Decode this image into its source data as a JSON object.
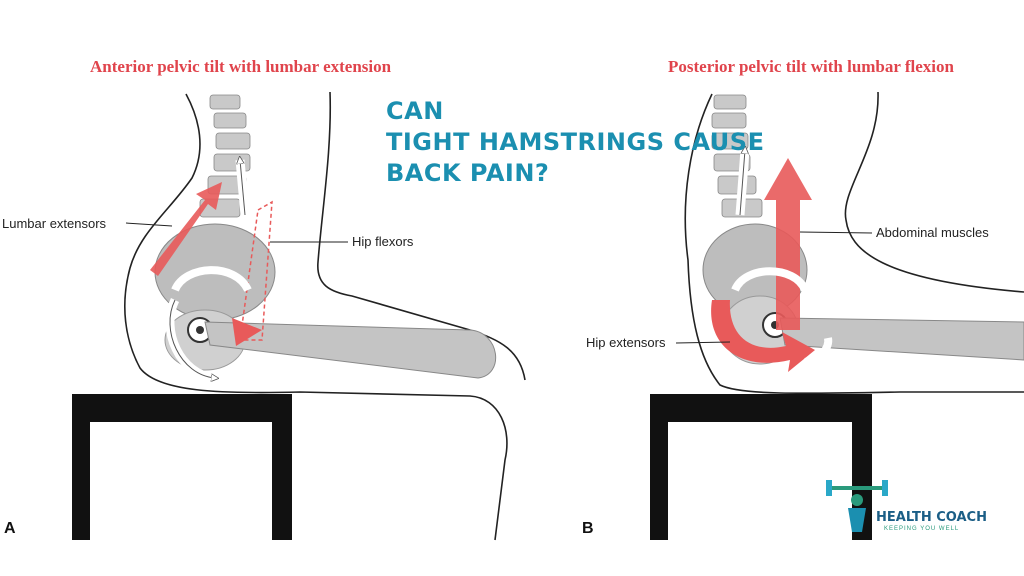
{
  "panel_a": {
    "title": "Anterior pelvic tilt with lumbar extension",
    "letter": "A",
    "labels": {
      "lumbar_extensors": "Lumbar extensors",
      "hip_flexors": "Hip flexors"
    }
  },
  "panel_b": {
    "title": "Posterior pelvic tilt with lumbar flexion",
    "letter": "B",
    "labels": {
      "abdominal_muscles": "Abdominal muscles",
      "hip_extensors": "Hip extensors"
    }
  },
  "headline": {
    "line1": "CAN",
    "line2": "TIGHT HAMSTRINGS CAUSE",
    "line3": "BACK PAIN?"
  },
  "logo": {
    "name": "HEALTH COACH",
    "tagline": "KEEPING YOU WELL"
  },
  "colors": {
    "title_red": "#e0444c",
    "headline_blue": "#1b8fb0",
    "bone_gray": "#bdbdbd",
    "muscle_red": "#e85a5a"
  }
}
